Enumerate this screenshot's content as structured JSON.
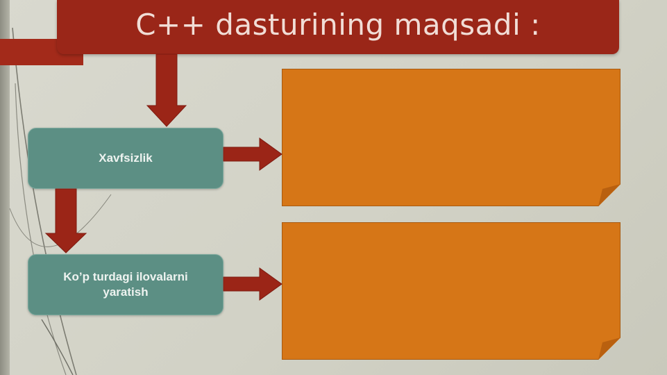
{
  "slide": {
    "title": "C++ dasturining maqsadi :",
    "nodes": [
      {
        "label": "Xavfsizlik"
      },
      {
        "label": "Ko’p turdagi ilovalarni yaratish"
      }
    ],
    "colors": {
      "title_bg": "#9a2618",
      "arrow": "#9b2517",
      "node_bg": "#5c8f84",
      "note_bg": "#d67617",
      "background": "#d5d5ca"
    }
  }
}
